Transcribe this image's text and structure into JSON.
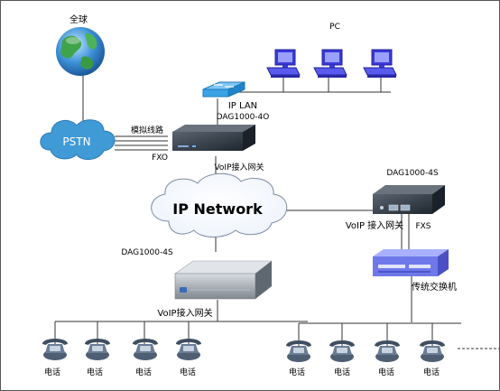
{
  "labels": {
    "globe": "全球",
    "pstn": "PSTN",
    "analog_line": "模拟线路",
    "fxo": "FXO",
    "pc": "PC",
    "ip_lan": "IP LAN",
    "dag_top": "DAG1000-4O",
    "voip_top": "VoIP接入网关",
    "ip_network": "IP Network",
    "dag_right": "DAG1000-4S",
    "voip_right": "VoIP 接入网关",
    "fxs": "FXS",
    "pbx": "传统交换机",
    "dag_left": "DAG1000-4S",
    "voip_left": "VoIP接入网关",
    "phone": "电话"
  },
  "colors": {
    "pstn_cloud": "#3f9ad6",
    "pc_blue": "#3a3ad8",
    "switch_blue": "#3aa3e6",
    "pbx_blue": "#6f78e8",
    "device_dark": "#2e3540",
    "device_gray": "#8d959e"
  },
  "phones_left": [
    "电话",
    "电话",
    "电话",
    "电话"
  ],
  "phones_right": [
    "电话",
    "电话",
    "电话",
    "电话"
  ]
}
